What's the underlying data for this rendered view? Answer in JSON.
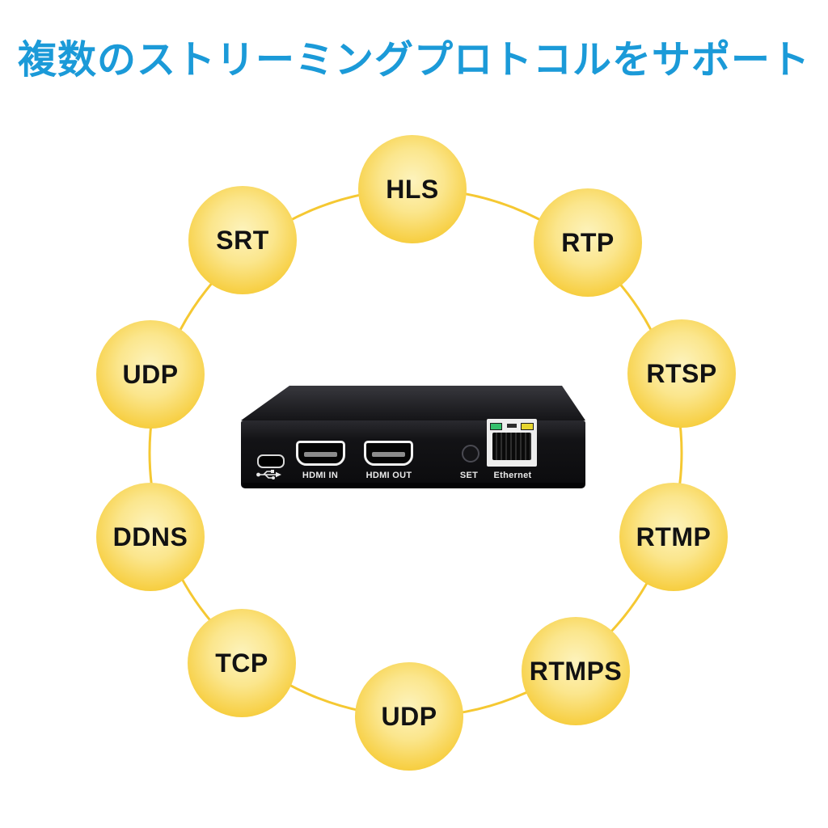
{
  "title": {
    "text": "複数のストリーミングプロトコルをサポート",
    "color": "#1b9ad8"
  },
  "diagram": {
    "ring_color": "#f5c832",
    "bubble_fill_center": "#fdf3bd",
    "bubble_fill_edge": "#f2bd16",
    "bubble_text_color": "#121212",
    "protocols": [
      {
        "label": "HLS"
      },
      {
        "label": "RTP"
      },
      {
        "label": "RTSP"
      },
      {
        "label": "RTMP"
      },
      {
        "label": "RTMPS"
      },
      {
        "label": "UDP"
      },
      {
        "label": "TCP"
      },
      {
        "label": "DDNS"
      },
      {
        "label": "UDP"
      },
      {
        "label": "SRT"
      }
    ]
  },
  "device": {
    "type": "hdmi-streaming-encoder",
    "labels": {
      "hdmi_in": "HDMI IN",
      "hdmi_out": "HDMI OUT",
      "set": "SET",
      "ethernet": "Ethernet"
    }
  }
}
